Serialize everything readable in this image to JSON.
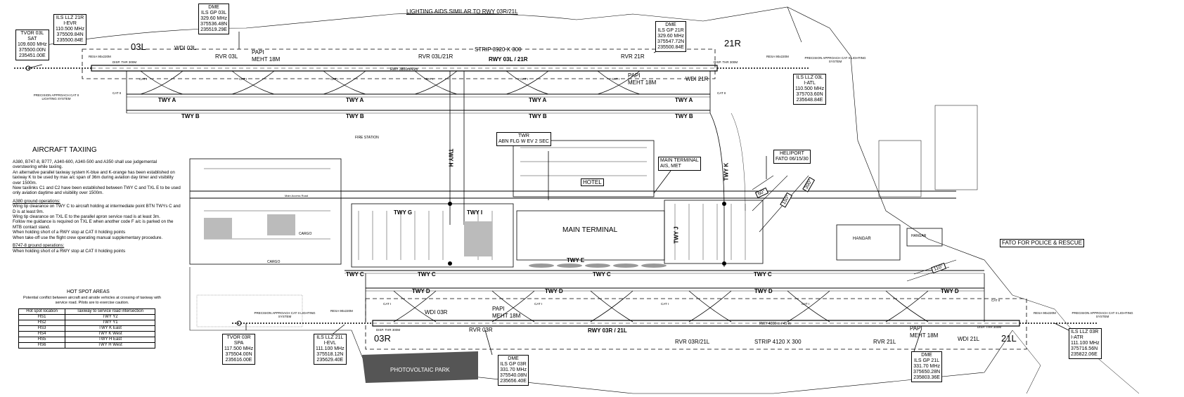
{
  "header_note": "LIGHTING AIDS SIMILAR TO RWY 03R/21L",
  "boxes": {
    "tvor03l": [
      "TVOR 03L",
      "SAT",
      "109.600 MHz",
      "375500.00N",
      "235451.00E"
    ],
    "llz21r": [
      "ILS LLZ 21R",
      "I-EVR",
      "110.500 MHz",
      "375509.84N",
      "235500.84E"
    ],
    "gp03l": [
      "DME",
      "ILS GP 03L",
      "329.60 MHz",
      "375536.48N",
      "235519.29E"
    ],
    "gp21r": [
      "DME",
      "ILS GP 21R",
      "329.60 MHz",
      "375547.72N",
      "235500.84E"
    ],
    "llz03l": [
      "ILS LLZ 03L",
      "I-ATL",
      "110.500 MHz",
      "375703.60N",
      "235648.84E"
    ],
    "twr": [
      "TWR",
      "ABN FLG W EV 2 SEC"
    ],
    "mainterm": [
      "MAIN TERMINAL",
      "AIS, MET"
    ],
    "heliport": [
      "HELIPORT",
      "FATO 06/15/30"
    ],
    "fato": [
      "FATO FOR POLICE & RESCUE"
    ],
    "tvor03r": [
      "TVOR 03R",
      "SPA",
      "117.500 MHz",
      "375504.00N",
      "235616.00E"
    ],
    "llz21l": [
      "ILS LLZ 21L",
      "I-EVL",
      "111.100 MHz",
      "375518.12N",
      "235629.40E"
    ],
    "gp03r": [
      "DME",
      "ILS GP 03R",
      "331.70 MHz",
      "375540.08N",
      "235656.40E"
    ],
    "gp21l": [
      "DME",
      "ILS GP 21L",
      "331.70 MHz",
      "375650.28N",
      "235803.36E"
    ],
    "llz03r": [
      "ILS LLZ 03R",
      "I-ATR",
      "111.100 MHz",
      "375716.56N",
      "235822.06E"
    ]
  },
  "labels": {
    "rwy03l": "03L",
    "rwy21r": "21R",
    "rwy03r": "03R",
    "rwy21l": "21L",
    "wdi03l": "WDI 03L",
    "wdi21r": "WDI 21R",
    "wdi03r": "WDI 03R",
    "wdi21l": "WDI 21L",
    "rvr03l": "RVR 03L",
    "rvr03l21r": "RVR 03L/21R",
    "rvr21r": "RVR 21R",
    "rvr03r": "RVR 03R",
    "rvr03r21l": "RVR 03R/21L",
    "rvr21l": "RVR 21L",
    "papi03l": "PAPI",
    "meht03l": "MEHT 18M",
    "papi21r": "PAPI",
    "meht21r": "MEHT 18M",
    "papi03r": "PAPI",
    "meht03r": "MEHT 18M",
    "papi21l": "PAPI",
    "meht21l": "MEHT 18M",
    "strip_n": "STRIP 3920  X  300",
    "strip_s": "STRIP  4120  X  300",
    "rwy_n": "RWY 03L / 21R",
    "rwy_s": "RWY 03R / 21L",
    "rwy_n_dim": "RWY 3800m/45m",
    "rwy_s_dim": "RWY 4000 m / 45 m",
    "twy_a": "TWY A",
    "twy_b": "TWY B",
    "twy_c": "TWY C",
    "twy_d": "TWY D",
    "twy_e": "TWY E",
    "twy_g": "TWY G",
    "twy_h": "TWY H",
    "twy_i": "TWY I",
    "twy_k": "TWY K",
    "twy_j": "TWY J",
    "fire": "FIRE STATION",
    "hotel": "HOTEL",
    "main_terminal": "MAIN TERMINAL",
    "hangar": "HANGAR",
    "cargo": "CARGO",
    "pv_park": "PHOTOVOLTAIC PARK",
    "main_access": "Main Access Road",
    "approach_n": "PRECISION APPROACH CAT II LIGHTING SYSTEM",
    "approach_s": "PRECISION APPROACH CAT II LIGHTING SYSTEM",
    "resa": "RESA 90x220M",
    "disp_thr": "DISP. THR 300M",
    "cat1": "CAT I",
    "cat2": "CAT II",
    "heli_a": "60°",
    "heli_b": "150°",
    "heli_c": "300°",
    "heli_d": "110°"
  },
  "taxiing": {
    "title": "AIRCRAFT TAXIING",
    "p1": "A380, B747-8, B777, A340-600, A340-500 and A350 shall use judgemental oversteering while taxiing.",
    "p2": "An alternative parallel taxiway system K-blue and K-orange has been established on taxiway K to be used by max a/c span of 36m during aviation day timer and visibility over 1500m.",
    "p3": "New taxilinks C1 and C2 have been established between TWY C and TXL E to be used only aviation daytime and visibility over 1500m.",
    "h2": "A380 ground operations:",
    "p4": "Wing tip clearance on TWY C to aircraft holding at intermediate point BTN TWYs C and D is at least 9m.",
    "p5": "Wing tip clearance on TXL E to the parallel apron service road is at least 3m.",
    "p6": "Follow me guidance is required on TXL E when another code F a/c is parked on the MTB contact stand.",
    "p7": "When holding short of a RWY stop at CAT II holding points",
    "p8": "When take-off use the flight crew operating manual supplementary procedure.",
    "h3": "B747-8 ground operations:",
    "p9": "When holding short of a RWY stop at CAT II holding points"
  },
  "hotspots": {
    "title": "HOT SPOT AREAS",
    "subtitle": "Potential conflict between aircraft and airside vehicles at crossing of taxiway with service road. Pilots are to exercise caution.",
    "headers": [
      "Hot spot location",
      "Taxiway to service road intersection"
    ],
    "rows": [
      [
        "HS1",
        "TWY Y2"
      ],
      [
        "HS2",
        "TWY Y1"
      ],
      [
        "HS3",
        "TWY K East"
      ],
      [
        "HS4",
        "TWY K West"
      ],
      [
        "HS5",
        "TWY H East"
      ],
      [
        "HS6",
        "TWY H West"
      ]
    ]
  }
}
